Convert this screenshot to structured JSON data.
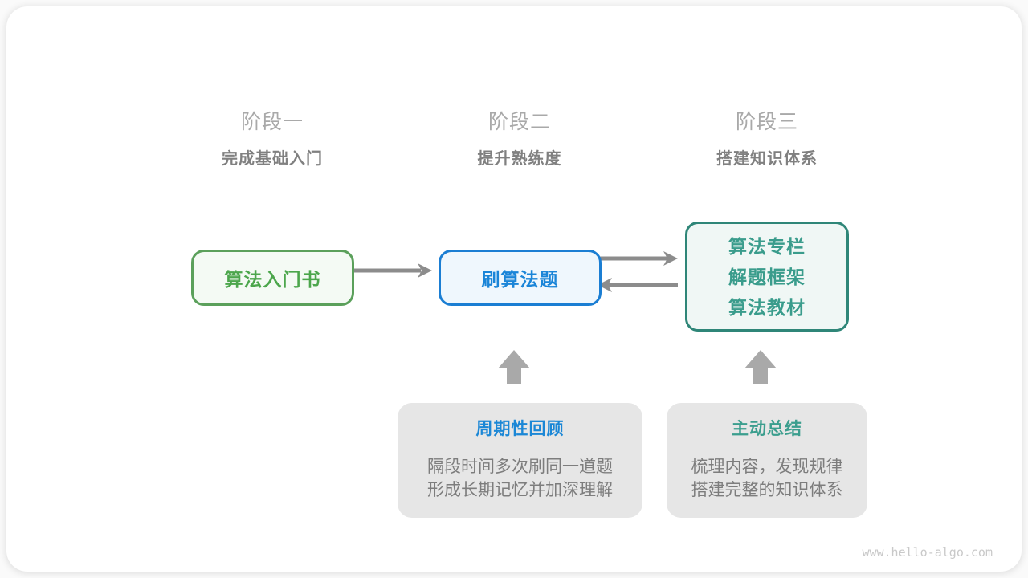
{
  "stages": [
    {
      "label": "阶段一",
      "subtitle": "完成基础入门"
    },
    {
      "label": "阶段二",
      "subtitle": "提升熟练度"
    },
    {
      "label": "阶段三",
      "subtitle": "搭建知识体系"
    }
  ],
  "nodes": {
    "intro_book": {
      "label": "算法入门书"
    },
    "practice": {
      "label": "刷算法题"
    },
    "resources": {
      "lines": [
        "算法专栏",
        "解题框架",
        "算法教材"
      ]
    }
  },
  "callouts": [
    {
      "title": "周期性回顾",
      "lines": [
        "隔段时间多次刷同一道题",
        "形成长期记忆并加深理解"
      ]
    },
    {
      "title": "主动总结",
      "lines": [
        "梳理内容，发现规律",
        "搭建完整的知识体系"
      ]
    }
  ],
  "watermark": "www.hello-algo.com",
  "colors": {
    "green_border": "#5ba05b",
    "green_text": "#4ca64c",
    "green_bg": "#f4faf4",
    "blue_border": "#1b7ed3",
    "blue_text": "#1a85d8",
    "blue_bg": "#eff7fd",
    "teal_border": "#2f8678",
    "teal_text": "#3a9c8c",
    "teal_bg": "#f0f7f5",
    "connector_gray": "#8c8c8c",
    "block_arrow_gray": "#a9a9a9",
    "callout_bg": "#e6e6e6",
    "callout_blue_title": "#1b87d6",
    "callout_teal_title": "#3b9e8e",
    "body_gray": "#7d7d7d",
    "stage_label_gray": "#a9a9a9",
    "stage_subtitle_gray": "#808080",
    "watermark_gray": "#c9c9c9"
  }
}
